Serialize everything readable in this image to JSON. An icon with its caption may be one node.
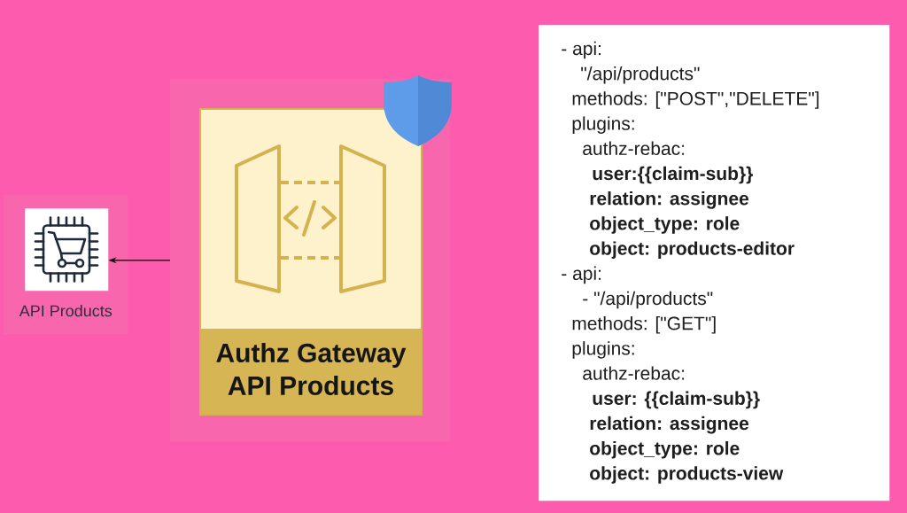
{
  "diagram": {
    "nodes": [
      {
        "text": [
          "API Products"
        ]
      },
      {
        "text": [],
        "shape": "picture",
        "in": 0
      },
      {
        "text": [],
        "shape": "box"
      },
      {
        "text": [
          "Authz Gateway API Products"
        ],
        "in": 2
      },
      {
        "text": [
          "- api:",
          "\"/api/products\"",
          "methods: [\"POST\",\"DELETE\"]",
          "plugins:",
          "authz-rebac:",
          "user:{{claim-sub}}",
          "relation: assignee",
          "object_type: role",
          "object: products-editor",
          "- api:",
          "- \"/api/products\"",
          "methods: [\"GET\"]",
          "plugins:",
          "authz-rebac:",
          "user: {{claim-sub}}",
          "relation: assignee",
          "object_type: role",
          "object: products-view"
        ]
      }
    ],
    "edges": [
      {
        "from": 2,
        "to": 1,
        "arrow": "to"
      }
    ]
  }
}
